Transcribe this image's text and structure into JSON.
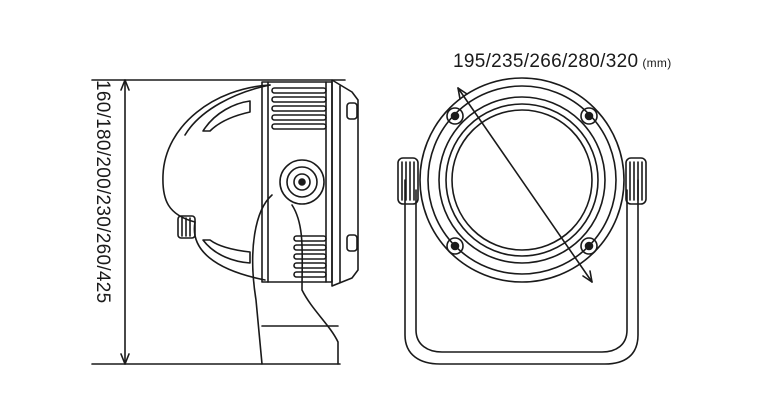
{
  "dimensions": {
    "height_values": "160/180/200/230/260/425",
    "diameter_values": "195/235/266/280/320",
    "diameter_unit": "(mm)"
  },
  "colors": {
    "line": "#1a1a1a",
    "background": "#ffffff"
  }
}
